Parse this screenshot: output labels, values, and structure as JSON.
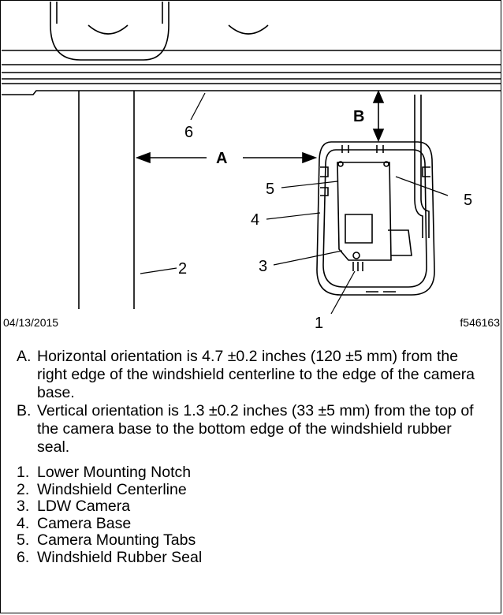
{
  "figure": {
    "date": "04/13/2015",
    "figure_id": "f546163",
    "callouts": {
      "A": "A",
      "B": "B",
      "n1": "1",
      "n2": "2",
      "n3": "3",
      "n4": "4",
      "n5a": "5",
      "n5b": "5",
      "n6": "6"
    }
  },
  "legend": {
    "letters": [
      {
        "key": "A.",
        "text": "Horizontal orientation is 4.7 ±0.2 inches (120 ±5 mm) from the right edge of the windshield centerline to the edge of the camera base."
      },
      {
        "key": "B.",
        "text": "Vertical orientation is 1.3 ±0.2 inches (33 ±5 mm) from the top of the camera base to the bottom edge of the windshield rubber seal."
      }
    ],
    "numbers": [
      {
        "key": "1.",
        "text": "Lower Mounting Notch"
      },
      {
        "key": "2.",
        "text": "Windshield Centerline"
      },
      {
        "key": "3.",
        "text": "LDW Camera"
      },
      {
        "key": "4.",
        "text": "Camera Base"
      },
      {
        "key": "5.",
        "text": "Camera Mounting Tabs"
      },
      {
        "key": "6.",
        "text": "Windshield Rubber Seal"
      }
    ]
  }
}
